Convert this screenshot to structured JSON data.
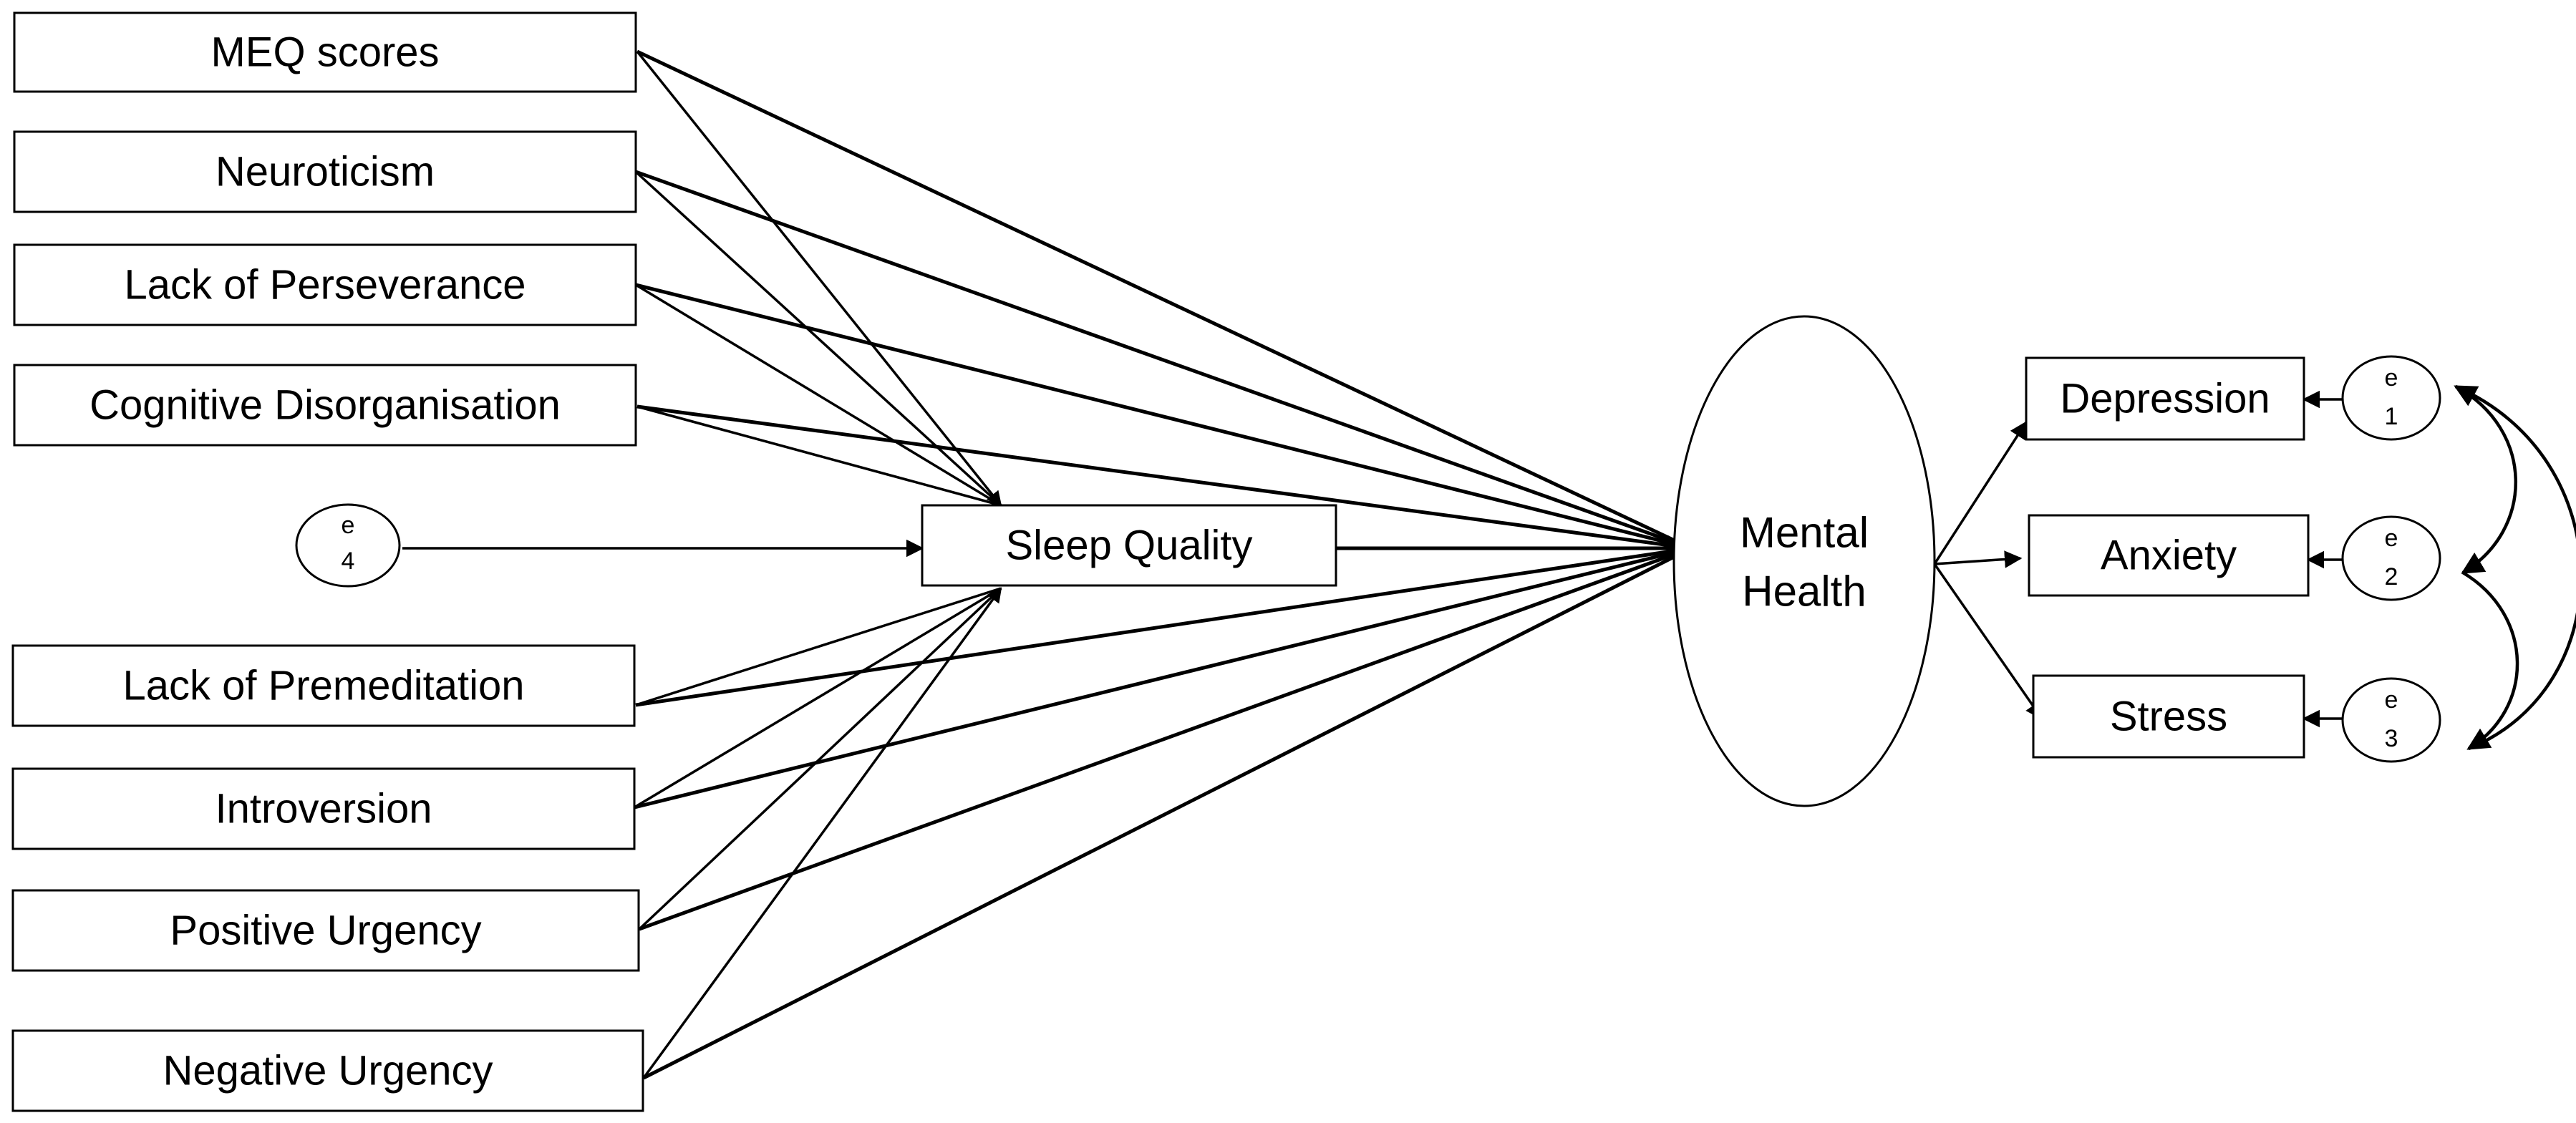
{
  "predictors": [
    {
      "id": "meq",
      "label": "MEQ scores"
    },
    {
      "id": "neuroticism",
      "label": "Neuroticism"
    },
    {
      "id": "perseverance",
      "label": "Lack of Perseverance"
    },
    {
      "id": "cognitive",
      "label": "Cognitive Disorganisation"
    },
    {
      "id": "premeditation",
      "label": "Lack of Premeditation"
    },
    {
      "id": "introversion",
      "label": "Introversion"
    },
    {
      "id": "positive",
      "label": "Positive Urgency"
    },
    {
      "id": "negative",
      "label": "Negative Urgency"
    }
  ],
  "mediator": {
    "label": "Sleep Quality"
  },
  "latent": {
    "line1": "Mental",
    "line2": "Health"
  },
  "outcomes": [
    {
      "id": "depression",
      "label": "Depression"
    },
    {
      "id": "anxiety",
      "label": "Anxiety"
    },
    {
      "id": "stress",
      "label": "Stress"
    }
  ],
  "errors": [
    {
      "id": "e1",
      "letter": "e",
      "num": "1"
    },
    {
      "id": "e2",
      "letter": "e",
      "num": "2"
    },
    {
      "id": "e3",
      "letter": "e",
      "num": "3"
    },
    {
      "id": "e4",
      "letter": "e",
      "num": "4"
    }
  ]
}
